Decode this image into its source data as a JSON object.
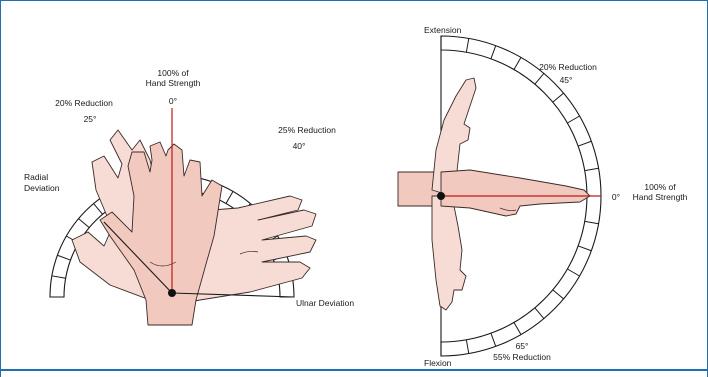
{
  "left_diagram": {
    "full_strength_label": [
      "100% of",
      "Hand Strength"
    ],
    "zero_angle": "0°",
    "radial_reduction_label": "20% Reduction",
    "radial_angle": "25°",
    "ulnar_reduction_label": "25% Reduction",
    "ulnar_angle": "40°",
    "radial_deviation_label": [
      "Radial",
      "Deviation"
    ],
    "ulnar_deviation_label": "Ulnar Deviation"
  },
  "right_diagram": {
    "extension_label": "Extension",
    "extension_reduction_label": "20% Reduction",
    "extension_angle": "45°",
    "zero_angle": "0°",
    "full_strength_label": [
      "100% of",
      "Hand Strength"
    ],
    "flexion_label": "Flexion",
    "flexion_angle": "65°",
    "flexion_reduction_label": "55% Reduction"
  },
  "colors": {
    "frame_border": "#1f6fb5",
    "hand_fill": "#f2c9bf",
    "reference_line": "#c01818"
  }
}
